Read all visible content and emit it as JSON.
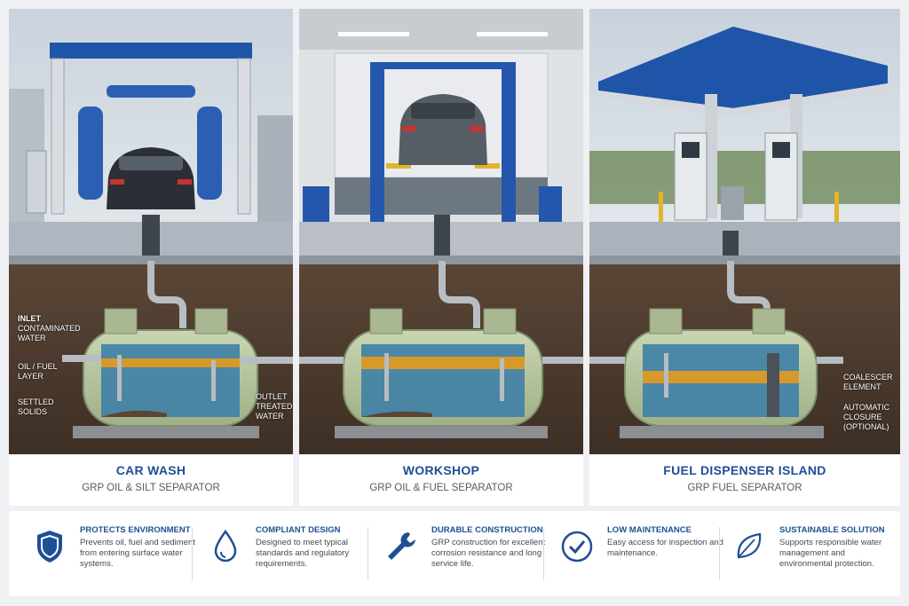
{
  "colors": {
    "brand_blue": "#1f4f95",
    "canopy_blue": "#1f55a8",
    "tank_green": "#b9c8a4",
    "water_blue": "#4f8cb0",
    "oil_orange": "#d79a2a",
    "soil_brown": "#4a3a2e"
  },
  "panels": [
    {
      "title": "CAR WASH",
      "subtitle": "GRP OIL & SILT SEPARATOR",
      "labels": [
        {
          "lead": "INLET",
          "text": "CONTAMINATED WATER"
        },
        {
          "lead": "",
          "text": "OIL / FUEL LAYER"
        },
        {
          "lead": "",
          "text": "SETTLED SOLIDS"
        },
        {
          "lead": "",
          "text": "OUTLET TREATED WATER"
        }
      ]
    },
    {
      "title": "WORKSHOP",
      "subtitle": "GRP OIL & FUEL SEPARATOR",
      "labels": []
    },
    {
      "title": "FUEL DISPENSER ISLAND",
      "subtitle": "GRP FUEL SEPARATOR",
      "labels": [
        {
          "lead": "",
          "text": "COALESCER ELEMENT"
        },
        {
          "lead": "",
          "text": "AUTOMATIC CLOSURE (OPTIONAL)"
        }
      ]
    }
  ],
  "features": [
    {
      "icon": "shield-icon",
      "title": "PROTECTS ENVIRONMENT",
      "text": "Prevents oil, fuel and sediment from entering surface water systems."
    },
    {
      "icon": "water-drop-icon",
      "title": "COMPLIANT DESIGN",
      "text": "Designed to meet typical standards and regulatory requirements."
    },
    {
      "icon": "wrench-icon",
      "title": "DURABLE CONSTRUCTION",
      "text": "GRP construction for excellent corrosion resistance and long service life."
    },
    {
      "icon": "check-circle-icon",
      "title": "LOW MAINTENANCE",
      "text": "Easy access for inspection and maintenance."
    },
    {
      "icon": "leaf-icon",
      "title": "SUSTAINABLE SOLUTION",
      "text": "Supports responsible water management and environmental protection."
    }
  ]
}
